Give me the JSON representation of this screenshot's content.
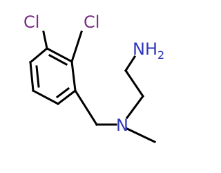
{
  "atoms": {
    "chlorine_1": {
      "text": "Cl",
      "color": "#7b2c86"
    },
    "chlorine_2": {
      "text": "Cl",
      "color": "#7b2c86"
    },
    "amine_nitrogen": {
      "text": "N",
      "color": "#2f38b8"
    },
    "primary_amine": {
      "main": "NH",
      "sub": "2",
      "color": "#2f38b8"
    }
  },
  "bond_color": "#000000"
}
